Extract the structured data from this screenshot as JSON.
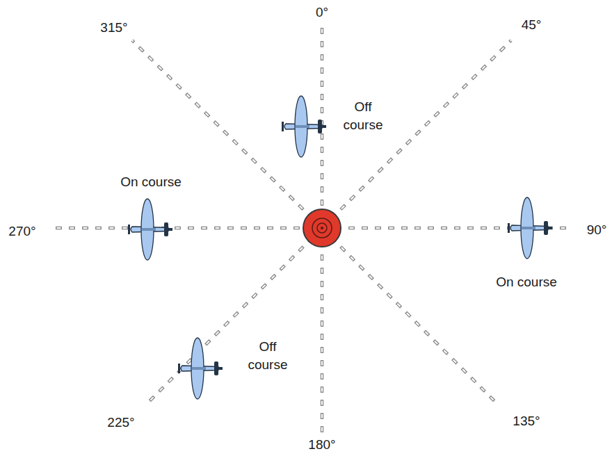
{
  "diagram": {
    "labels": [
      "0°",
      "45°",
      "90°",
      "135°",
      "180°",
      "225°",
      "270°",
      "315°",
      "Off course",
      "On course",
      "On course",
      "Off course"
    ]
  }
}
